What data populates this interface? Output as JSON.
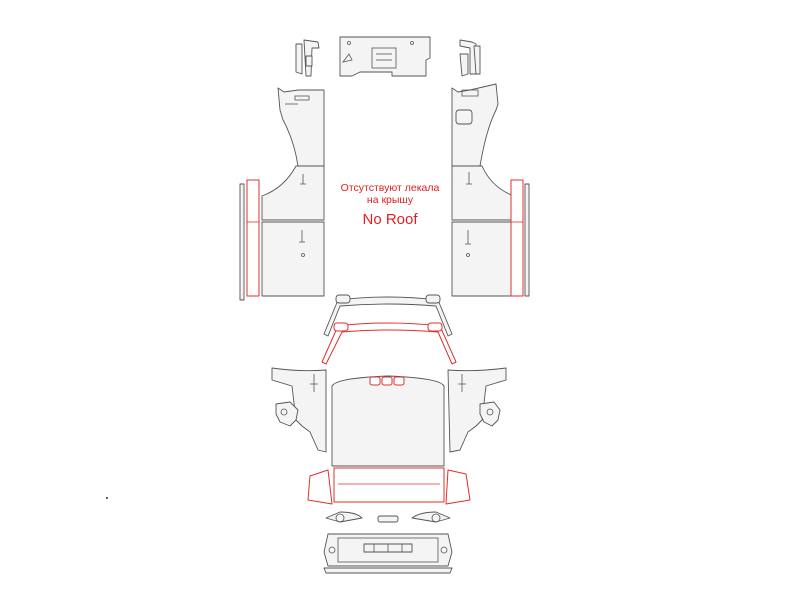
{
  "notice": {
    "line1": "Отсутствуют лекала",
    "line2": "на крышу",
    "no_roof": "No Roof"
  },
  "colors": {
    "outline": "#555555",
    "highlight": "#e03030",
    "text": "#e02020"
  }
}
